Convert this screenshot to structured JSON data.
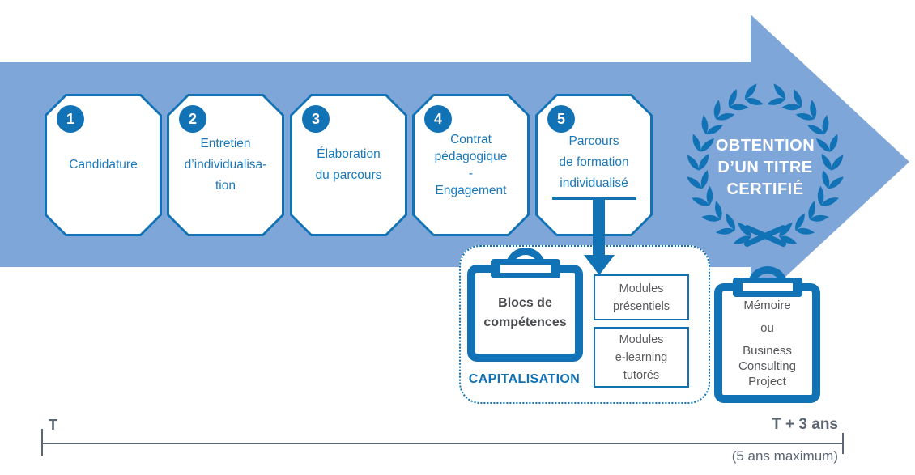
{
  "colors": {
    "band_blue": "#7ea6d8",
    "accent_blue": "#1172b5",
    "step_text_blue": "#1a79bb",
    "dark_gray_text": "#4a4c50",
    "gray_text": "#5a5b5e",
    "timeline_gray": "#5c6672",
    "award_text": "#ffffff"
  },
  "steps": [
    {
      "num": "1",
      "lines": [
        "Candidature"
      ]
    },
    {
      "num": "2",
      "lines": [
        "Entretien",
        "d’individualisa-",
        "tion"
      ]
    },
    {
      "num": "3",
      "lines": [
        "Élaboration",
        "du parcours"
      ]
    },
    {
      "num": "4",
      "lines": [
        "Contrat",
        "pédagogique",
        "-",
        "Engagement"
      ]
    },
    {
      "num": "5",
      "lines": [
        "Parcours",
        "de formation",
        "individualisé"
      ]
    }
  ],
  "award": {
    "lines": [
      "OBTENTION",
      "D’UN TITRE",
      "CERTIFIÉ"
    ]
  },
  "capitalisation": {
    "clipboard_lines": [
      "Blocs de",
      "compétences"
    ],
    "caption": "CAPITALISATION",
    "module_presentiel_lines": [
      "Modules",
      "présentiels"
    ],
    "module_elearning_lines": [
      "Modules",
      "e-learning",
      "tutorés"
    ]
  },
  "memoire": {
    "line1": "Mémoire",
    "line2": "ou",
    "line3": "Business Consulting Project"
  },
  "timeline": {
    "start_label": "T",
    "end_label": "T + 3 ans",
    "note": "(5 ans maximum)"
  }
}
